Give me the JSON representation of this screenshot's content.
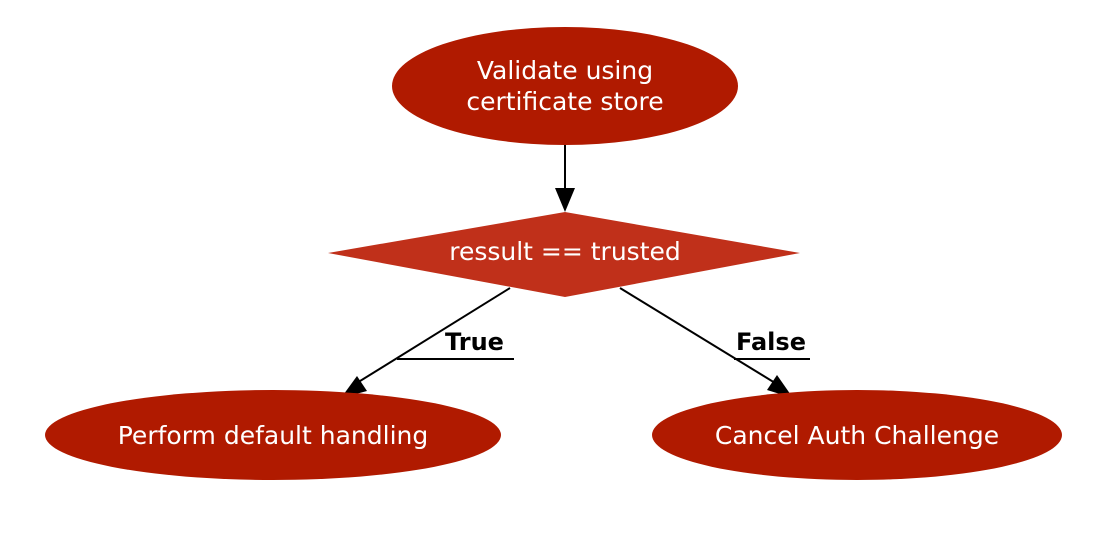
{
  "colors": {
    "ellipse_fill": "#b01a00",
    "diamond_fill": "#c0301a",
    "text": "#ffffff",
    "edge": "#000000",
    "background": "#ffffff"
  },
  "nodes": {
    "validate": {
      "line1": "Validate using",
      "line2": "certificate store"
    },
    "decision": {
      "label": "ressult == trusted"
    },
    "default_handling": {
      "label": "Perform default handling"
    },
    "cancel": {
      "label": "Cancel Auth Challenge"
    }
  },
  "edges": {
    "true_label": "True",
    "false_label": "False"
  }
}
